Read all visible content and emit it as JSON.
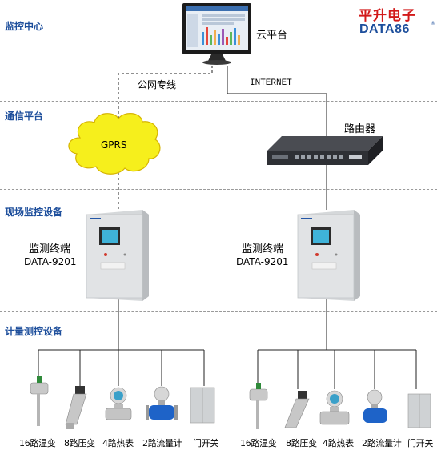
{
  "brand": {
    "name_cn": "平升电子",
    "name_en": "DATA86",
    "registered": "®"
  },
  "sections": {
    "monitor_center": "监控中心",
    "comm_platform": "通信平台",
    "field_devices": "现场监控设备",
    "metering_devices": "计量测控设备"
  },
  "nodes": {
    "cloud_platform": "云平台",
    "public_line": "公网专线",
    "internet": "INTERNET",
    "router": "路由器",
    "gprs": "GPRS",
    "terminal_left": {
      "title": "监测终端",
      "model": "DATA-9201"
    },
    "terminal_right": {
      "title": "监测终端",
      "model": "DATA-9201"
    }
  },
  "sensors_left": [
    "16路温变",
    "8路压变",
    "4路热表",
    "2路流量计",
    "门开关"
  ],
  "sensors_right": [
    "16路温变",
    "8路压变",
    "4路热表",
    "2路流量计",
    "门开关"
  ],
  "colors": {
    "section_label": "#1e4f9c",
    "logo_cn": "#d21a1a",
    "cloud_fill": "#f6ef1c",
    "cloud_stroke": "#d6b400",
    "cabinet": "#dcdedf"
  }
}
